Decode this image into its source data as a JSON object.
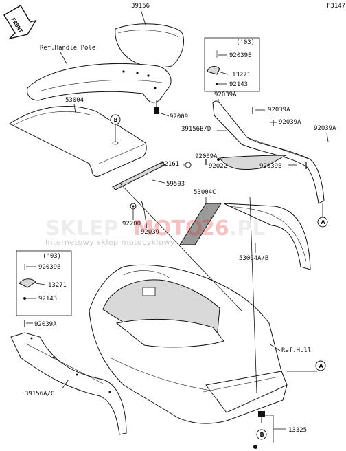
{
  "figure_id": "F3147",
  "front_label": "FRONT",
  "labels": {
    "p39156": "39156",
    "ref_handle_pole": "Ref.Handle Pole",
    "p53004": "53004",
    "p92009": "92009",
    "p59503": "59503",
    "p92200": "92200",
    "p92039": "92039",
    "p92009a": "92009A",
    "p92161": "92161",
    "p92022": "92022",
    "p53004c": "53004C",
    "p53004ab": "53004A/B",
    "p39156bd": "39156B/D",
    "p92039a_1": "92039A",
    "p92039a_2": "92039A",
    "p92039a_3": "92039A",
    "p92039a_4": "92039A",
    "p92039b_r": "92039B",
    "ref_hull": "Ref.Hull",
    "p13325": "13325",
    "p39156ac": "39156A/C",
    "p92039a_left": "92039A"
  },
  "inset_right": {
    "year": "('03)",
    "items": [
      "92039B",
      "13271",
      "92143"
    ]
  },
  "inset_left": {
    "year": "('03)",
    "items": [
      "92039B",
      "13271",
      "92143"
    ]
  },
  "callouts": {
    "a1": "A",
    "a2": "A",
    "b1": "B",
    "b2": "B"
  },
  "watermark": {
    "brand_part1": "SKLEP",
    "brand_part2": "MOTO",
    "brand_part3": "26",
    "brand_part4": ".PL",
    "tagline": "internetowy sklep motocyklowy",
    "color_gray": "#bdbdbd",
    "color_red": "#e3242b"
  }
}
